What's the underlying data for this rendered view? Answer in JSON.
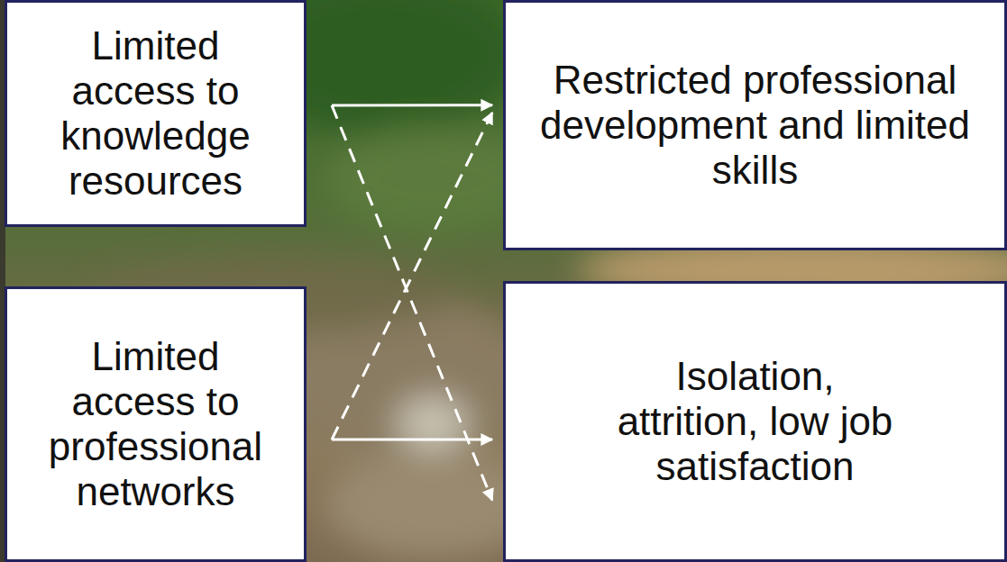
{
  "diagram": {
    "nodes": [
      {
        "text": [
          "Limited access to knowledge resources"
        ]
      },
      {
        "text": [
          "Restricted professional development and limited skills"
        ]
      },
      {
        "text": [
          "Limited access to professional networks"
        ]
      },
      {
        "text": [
          "Isolation, attrition, low job satisfaction"
        ]
      }
    ],
    "edges": [
      {
        "from": 0,
        "to": 1,
        "arrow": "to"
      },
      {
        "from": 0,
        "to": 3,
        "arrow": "to"
      },
      {
        "from": 2,
        "to": 1,
        "arrow": "to"
      },
      {
        "from": 2,
        "to": 3,
        "arrow": "to"
      }
    ]
  }
}
